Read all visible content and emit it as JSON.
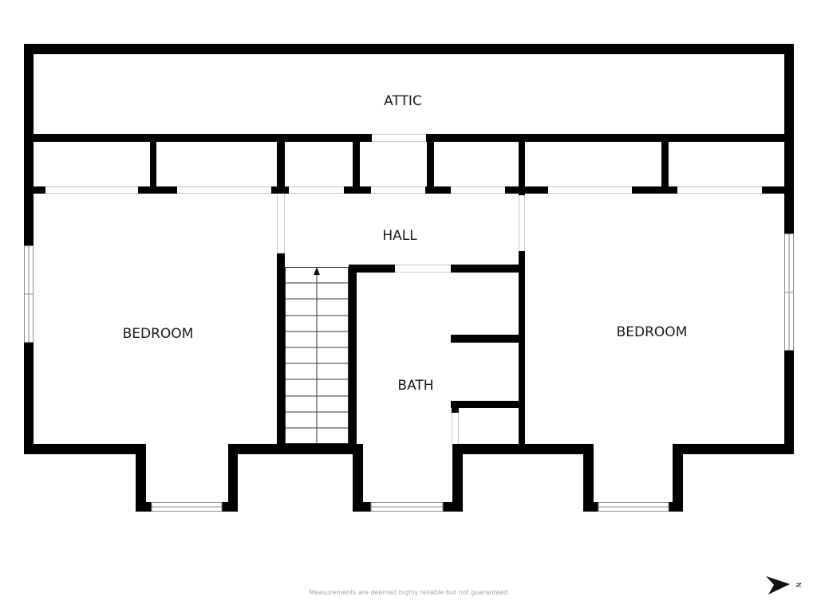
{
  "rooms": {
    "attic": "ATTIC",
    "hall": "HALL",
    "bedroom_left": "BEDROOM",
    "bedroom_right": "BEDROOM",
    "bath": "BATH"
  },
  "compass": {
    "label": "N",
    "icon": "north-arrow-icon"
  },
  "disclaimer": "Measurements are deemed highly reliable but not guaranteed",
  "colors": {
    "wall": "#000000",
    "background": "#ffffff",
    "label_text": "#1a1a1a",
    "disclaimer_text": "#a0a0a0"
  }
}
